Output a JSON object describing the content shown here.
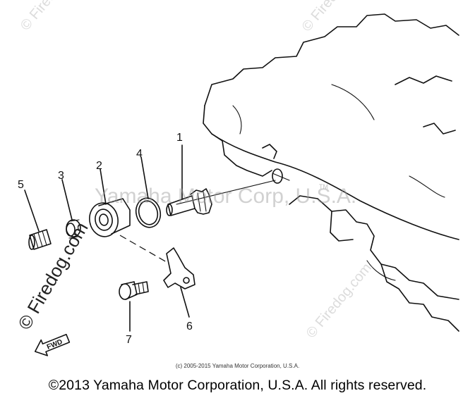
{
  "watermark": {
    "center_text": "Yamaha Motor Corp, U.S.A.",
    "tm": "TM",
    "side_text": "© Firedog.com",
    "corner_text": "© Firedog.com",
    "right_text": "© Firedog.com"
  },
  "parts": {
    "p1": "1",
    "p2": "2",
    "p3": "3",
    "p4": "4",
    "p5": "5",
    "p6": "6",
    "p7": "7"
  },
  "fwd_label": "FWD",
  "copyright_small": "(c) 2005-2015 Yamaha Motor Corporation, U.S.A.",
  "copyright_main": "©2013 Yamaha Motor Corporation, U.S.A. All rights reserved."
}
